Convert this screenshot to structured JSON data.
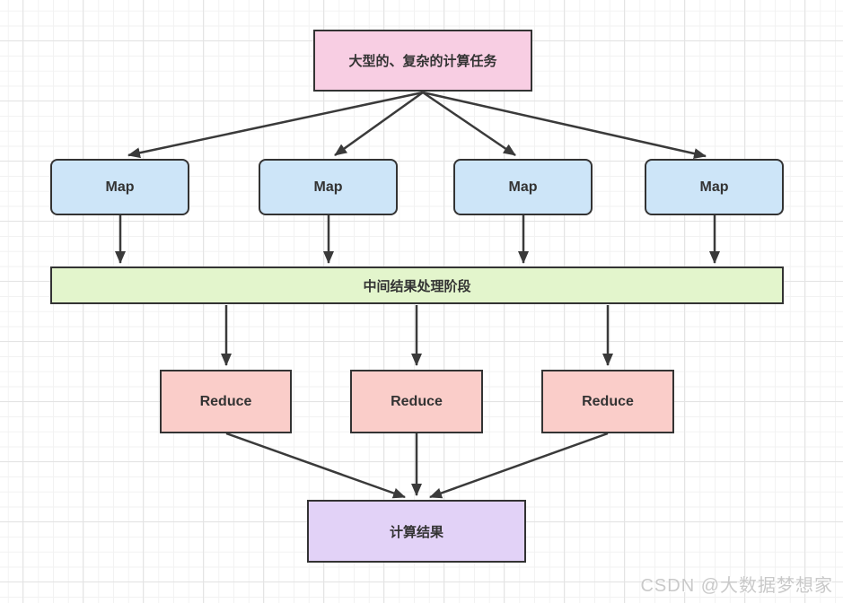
{
  "colors": {
    "arrow": "#3a3a3a",
    "node_border": "#333333",
    "label_text": "#333333",
    "task_fill": "#f8cee3",
    "map_fill": "#cde5f8",
    "intermediate_fill": "#e3f5cc",
    "reduce_fill": "#facdc9",
    "result_fill": "#e2d2f7"
  },
  "diagram": {
    "task": {
      "label": "大型的、复杂的计算任务",
      "fill": "#f8cee3"
    },
    "maps": [
      {
        "label": "Map",
        "fill": "#cde5f8"
      },
      {
        "label": "Map",
        "fill": "#cde5f8"
      },
      {
        "label": "Map",
        "fill": "#cde5f8"
      },
      {
        "label": "Map",
        "fill": "#cde5f8"
      }
    ],
    "intermediate": {
      "label": "中间结果处理阶段",
      "fill": "#e3f5cc"
    },
    "reduces": [
      {
        "label": "Reduce",
        "fill": "#facdc9"
      },
      {
        "label": "Reduce",
        "fill": "#facdc9"
      },
      {
        "label": "Reduce",
        "fill": "#facdc9"
      }
    ],
    "result": {
      "label": "计算结果",
      "fill": "#e2d2f7"
    }
  },
  "watermark": {
    "text": "CSDN @大数据梦想家"
  }
}
